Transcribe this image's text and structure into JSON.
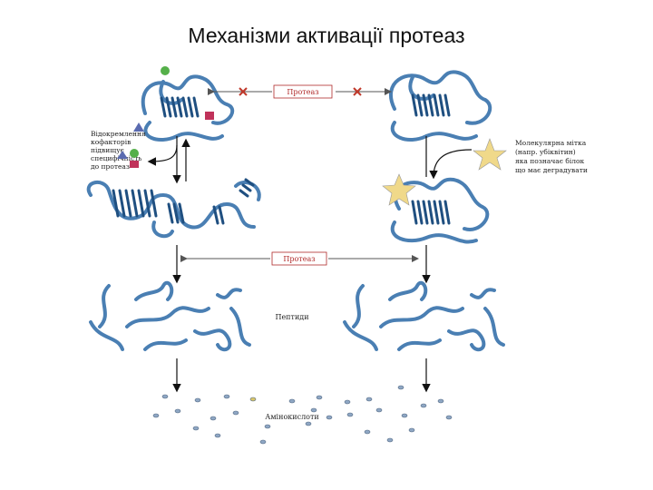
{
  "title": "Механізми активації протеаз",
  "labels": {
    "protease_top": "Протеаз",
    "protease_mid": "Протеаз",
    "cofactor_note": [
      "Відокремлення",
      "кофакторів",
      "підвищує",
      "специфічність",
      "до протеаз"
    ],
    "ubiquitin_note": [
      "Молекулярна мітка",
      "(напр. убіквітин)",
      "яка позначає білок",
      "що має деградувати"
    ],
    "peptides": "Пептиди",
    "amino_acids": "Амінокислоти"
  },
  "colors": {
    "protein": "#4a7fb3",
    "protein_dark": "#1f4f80",
    "box_border": "#b02a2a",
    "x_mark": "#c0392b",
    "star": "#f0d98a",
    "green": "#55b04a",
    "triangle": "#5a6bb0",
    "square": "#c0325a"
  },
  "icons": [
    "star-icon",
    "x-mark-icon",
    "triangle-icon",
    "square-icon",
    "circle-icon"
  ]
}
